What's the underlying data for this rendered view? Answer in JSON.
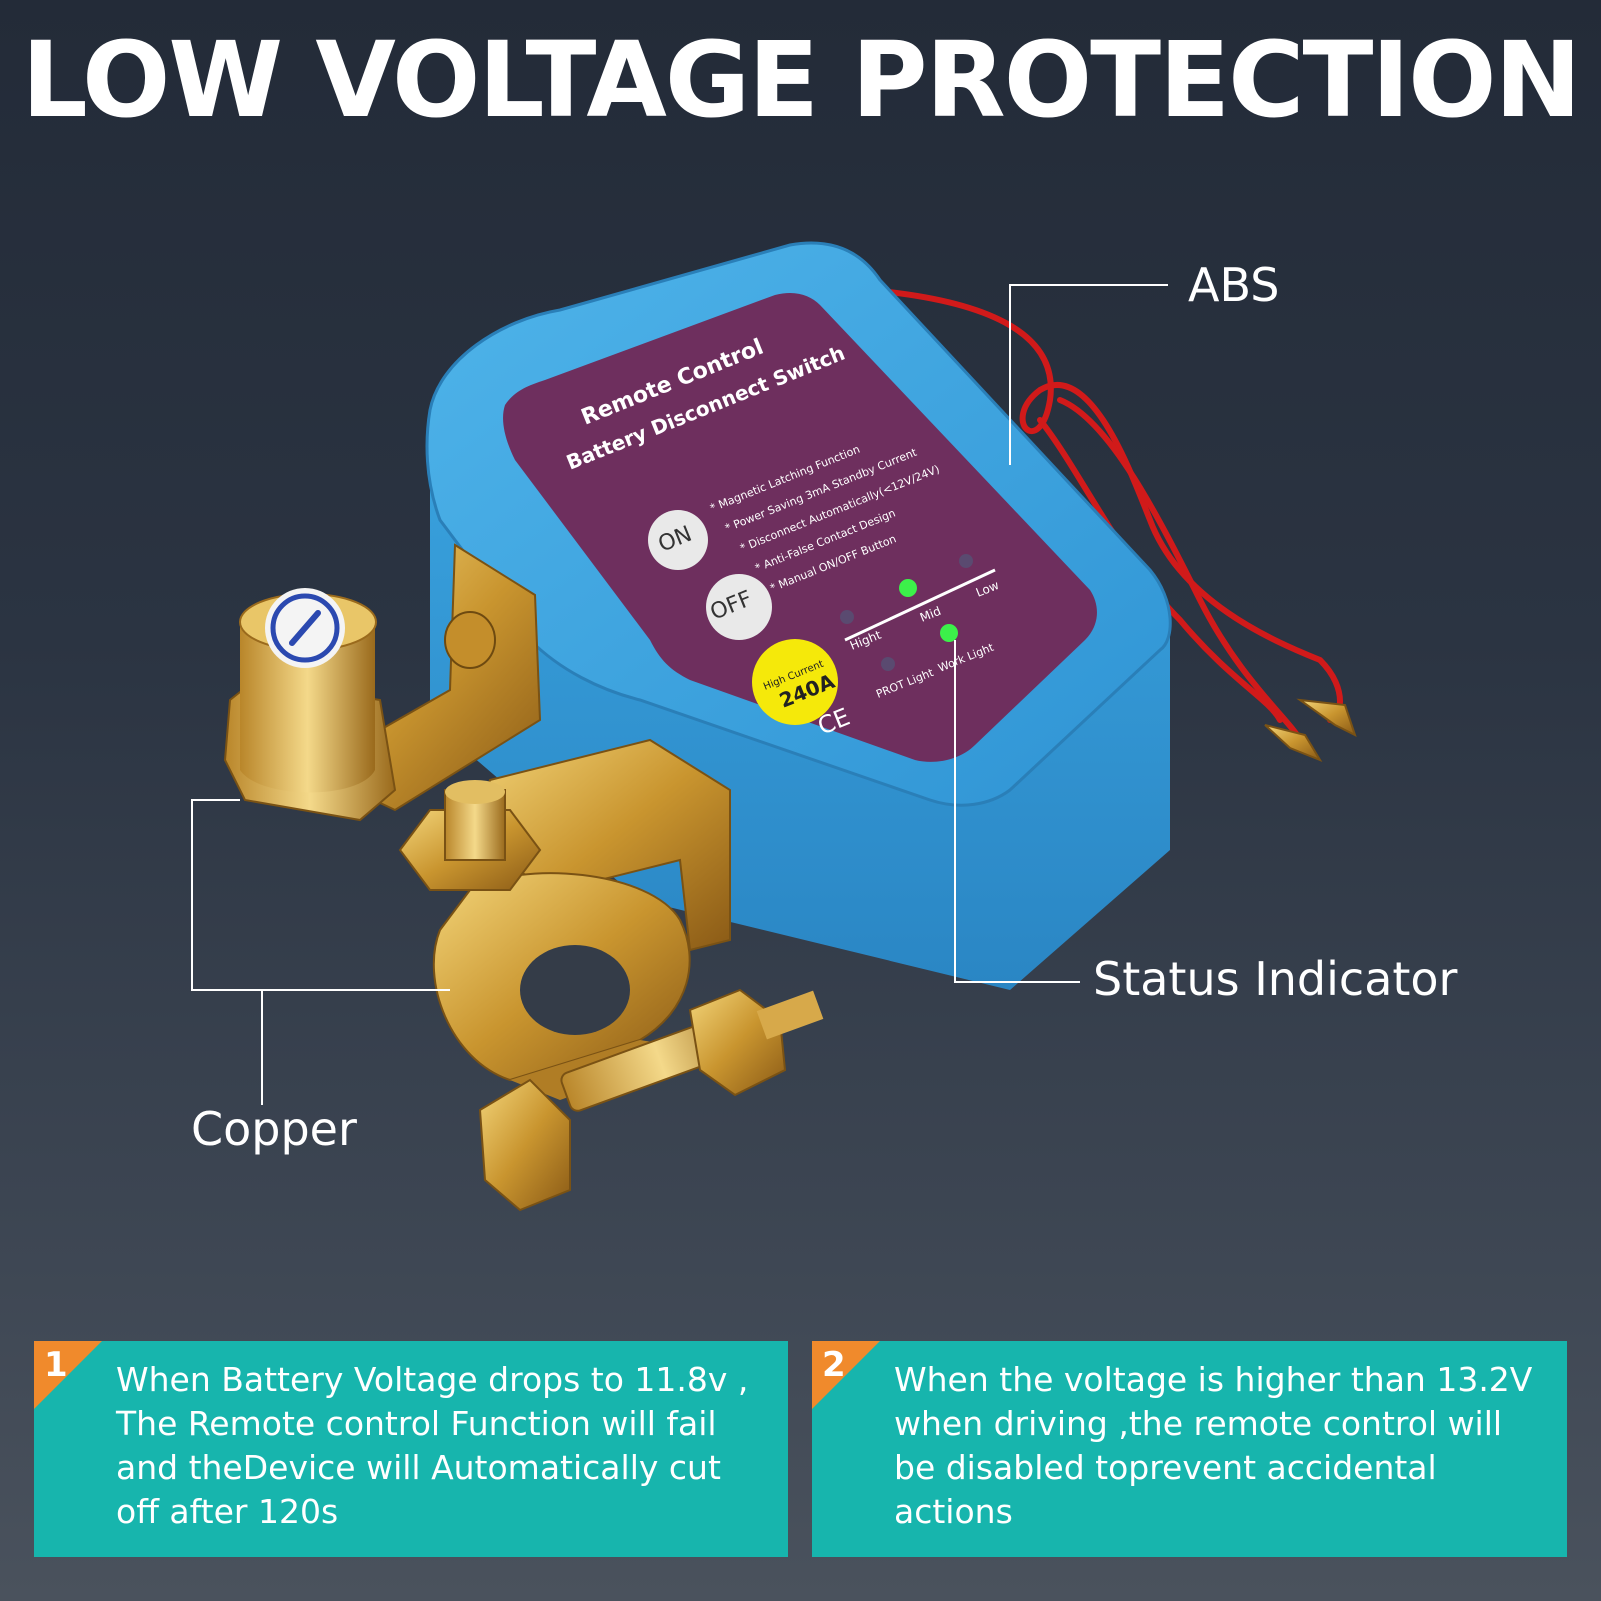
{
  "headline": "LOW VOLTAGE PROTECTION",
  "callouts": {
    "abs": "ABS",
    "status": "Status Indicator",
    "copper": "Copper"
  },
  "device": {
    "title1": "Remote Control",
    "title2": "Battery Disconnect Switch",
    "features": [
      "* Magnetic Latching Function",
      "* Power Saving 3mA Standby Current",
      "* Disconnect Automatically(<12V/24V)",
      "* Anti-False Contact Design",
      "* Manual ON/OFF Button"
    ],
    "on_button": "ON",
    "off_button": "OFF",
    "badge_line1": "High Current",
    "badge_line2": "240A",
    "ce": "CE",
    "level_high": "Hight",
    "level_mid": "Mid",
    "level_low": "Low",
    "prot_light": "PROT Light",
    "work_light": "Work Light"
  },
  "notes": [
    {
      "num": "1",
      "text": "When Battery Voltage drops to 11.8v , The Remote control Function will fail and theDevice will Automatically cut off after 120s"
    },
    {
      "num": "2",
      "text": "When the voltage is higher than 13.2V when driving ,the remote control will be disabled toprevent accidental actions"
    }
  ],
  "colors": {
    "housing": "#3ea6e0",
    "label_panel": "#6e2f5e",
    "teal_box": "#17b5ad",
    "number_corner": "#f08a2c",
    "led_green": "#3cf04a"
  }
}
